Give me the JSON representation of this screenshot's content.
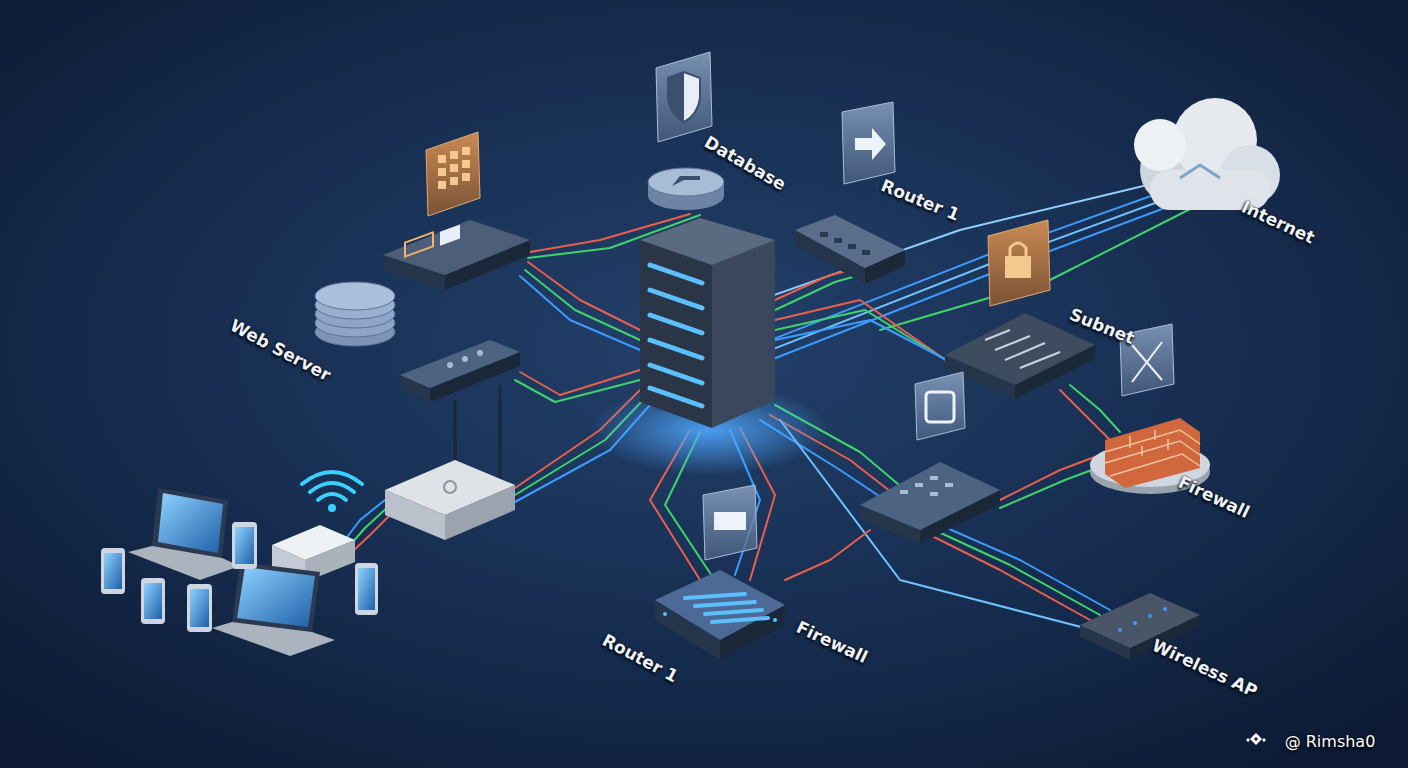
{
  "diagram": {
    "labels": [
      "Database",
      "Router 1",
      "Internet",
      "Web Server",
      "Subnet",
      "Firewall",
      "Router 1",
      "Firewall",
      "Wireless AP",
      "@ Rimsha0"
    ]
  }
}
